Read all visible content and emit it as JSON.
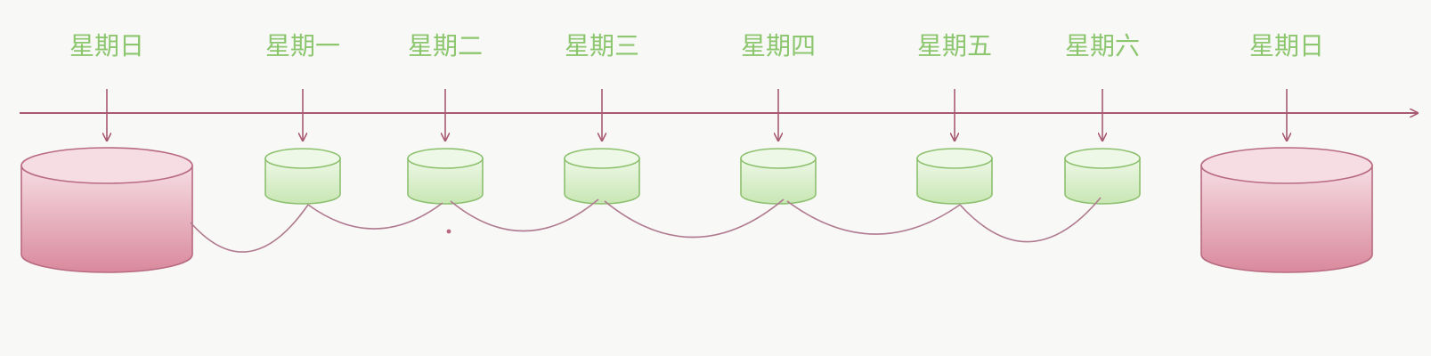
{
  "diagram": {
    "days": [
      {
        "label": "星期日",
        "kind": "full"
      },
      {
        "label": "星期一",
        "kind": "incremental"
      },
      {
        "label": "星期二",
        "kind": "incremental"
      },
      {
        "label": "星期三",
        "kind": "incremental"
      },
      {
        "label": "星期四",
        "kind": "incremental"
      },
      {
        "label": "星期五",
        "kind": "incremental"
      },
      {
        "label": "星期六",
        "kind": "incremental"
      },
      {
        "label": "星期日",
        "kind": "full"
      }
    ],
    "chain_links": [
      [
        0,
        1
      ],
      [
        1,
        2
      ],
      [
        2,
        3
      ],
      [
        3,
        4
      ],
      [
        4,
        5
      ],
      [
        5,
        6
      ]
    ],
    "colors": {
      "label": "#8cc66e",
      "timeline": "#a85a74",
      "connector": "#b07a90",
      "full_fill_top": "#f6dde4",
      "full_fill_bottom": "#d9899c",
      "full_stroke": "#b86b80",
      "incr_fill_top": "#eef8e6",
      "incr_fill_bottom": "#c8e6b4",
      "incr_stroke": "#8cc06e",
      "background": "#f8f8f6"
    }
  }
}
